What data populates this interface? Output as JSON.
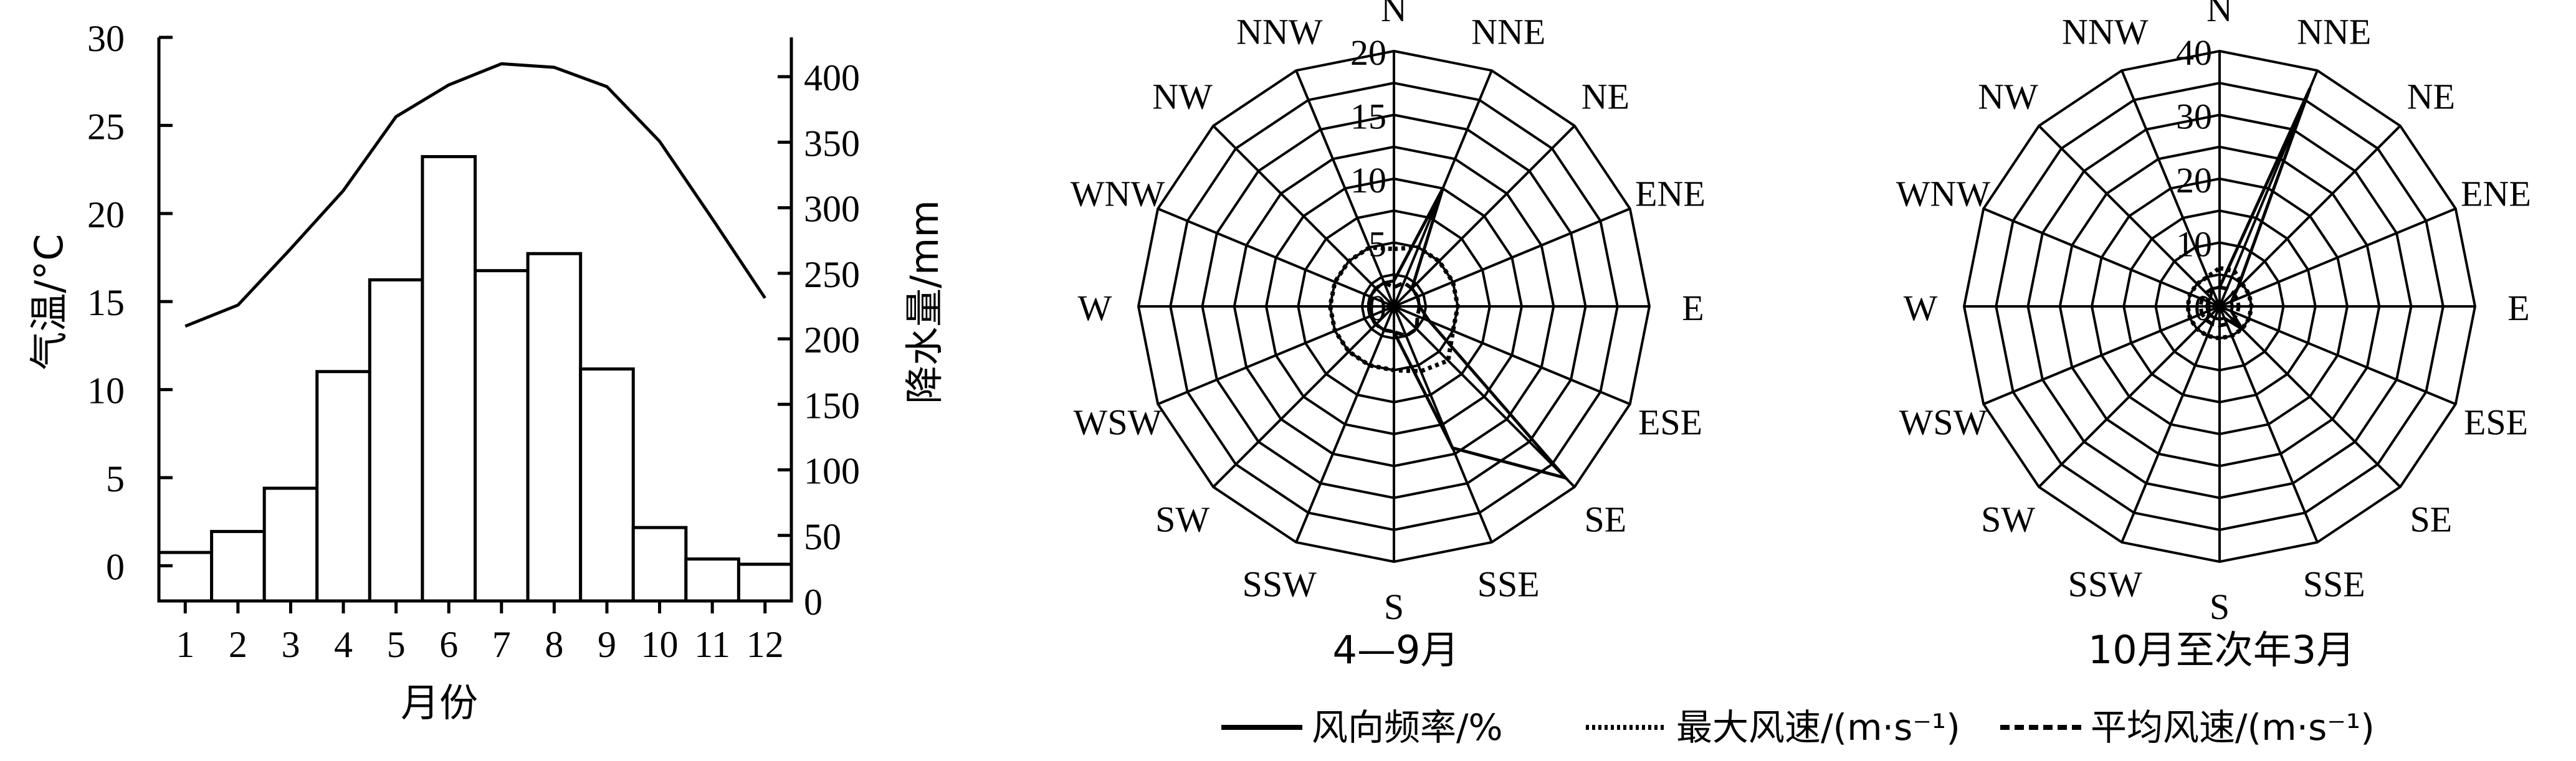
{
  "chart_data": [
    {
      "type": "bar",
      "combo_line": true,
      "xlabel": "月份",
      "ylabel_left": "气温/°C",
      "ylabel_right": "降水量/mm",
      "categories": [
        "1",
        "2",
        "3",
        "4",
        "5",
        "6",
        "7",
        "8",
        "9",
        "10",
        "11",
        "12"
      ],
      "left_ticks": [
        "0",
        "5",
        "10",
        "15",
        "20",
        "25",
        "30"
      ],
      "right_ticks": [
        "0",
        "50",
        "100",
        "150",
        "200",
        "250",
        "300",
        "350",
        "400"
      ],
      "ylim_left": [
        -2,
        30
      ],
      "ylim_right": [
        0,
        430
      ],
      "temperature_line": [
        13.6,
        14.8,
        18,
        21.3,
        25.5,
        27.3,
        28.5,
        28.3,
        27.2,
        24.1,
        19.7,
        15.2
      ],
      "precipitation_bars": [
        37,
        53,
        86,
        175,
        245,
        339,
        252,
        265,
        177,
        56,
        32,
        28
      ]
    },
    {
      "type": "radar",
      "subtitle": "4—9月",
      "directions": [
        "N",
        "NNE",
        "NE",
        "ENE",
        "E",
        "ESE",
        "SE",
        "SSE",
        "S",
        "SSW",
        "SW",
        "WSW",
        "W",
        "WNW",
        "NW",
        "NNW"
      ],
      "rlim": [
        0,
        20
      ],
      "ticks": [
        "0",
        "5",
        "10",
        "15",
        "20"
      ],
      "series": [
        {
          "key": "freq",
          "values": [
            2,
            10,
            2,
            2,
            2,
            3,
            19,
            12,
            2,
            2,
            2,
            2,
            2,
            2,
            2,
            2
          ]
        },
        {
          "key": "max",
          "values": [
            4.5,
            5,
            5,
            5,
            5,
            5,
            6,
            5.5,
            5,
            5,
            5,
            5,
            5,
            5,
            5,
            5
          ]
        },
        {
          "key": "avg",
          "values": [
            1.5,
            2,
            2,
            2,
            2,
            2,
            2.5,
            2.5,
            2,
            2,
            2,
            2,
            2,
            2,
            2,
            2
          ]
        }
      ]
    },
    {
      "type": "radar",
      "subtitle": "10月至次年3月",
      "directions": [
        "N",
        "NNE",
        "NE",
        "ENE",
        "E",
        "ESE",
        "SE",
        "SSE",
        "S",
        "SSW",
        "SW",
        "WSW",
        "W",
        "WNW",
        "NW",
        "NNW"
      ],
      "rlim": [
        0,
        40
      ],
      "ticks": [
        "0",
        "10",
        "20",
        "30",
        "40"
      ],
      "series": [
        {
          "key": "freq",
          "values": [
            3,
            37,
            4,
            2,
            2,
            2,
            5,
            2,
            2,
            2,
            2,
            2,
            2,
            2,
            2,
            3
          ]
        },
        {
          "key": "max",
          "values": [
            6,
            6,
            5,
            5,
            5,
            5,
            5,
            5,
            5,
            5,
            5,
            5,
            5,
            5,
            5,
            5
          ]
        },
        {
          "key": "avg",
          "values": [
            3,
            3,
            3,
            3,
            3,
            3,
            3,
            3,
            3,
            3,
            3,
            3,
            3,
            3,
            3,
            3
          ]
        }
      ]
    }
  ],
  "legend": [
    {
      "key": "freq",
      "label": "风向频率/%"
    },
    {
      "key": "max",
      "label": "最大风速/(m·s⁻¹)"
    },
    {
      "key": "avg",
      "label": "平均风速/(m·s⁻¹)"
    }
  ]
}
